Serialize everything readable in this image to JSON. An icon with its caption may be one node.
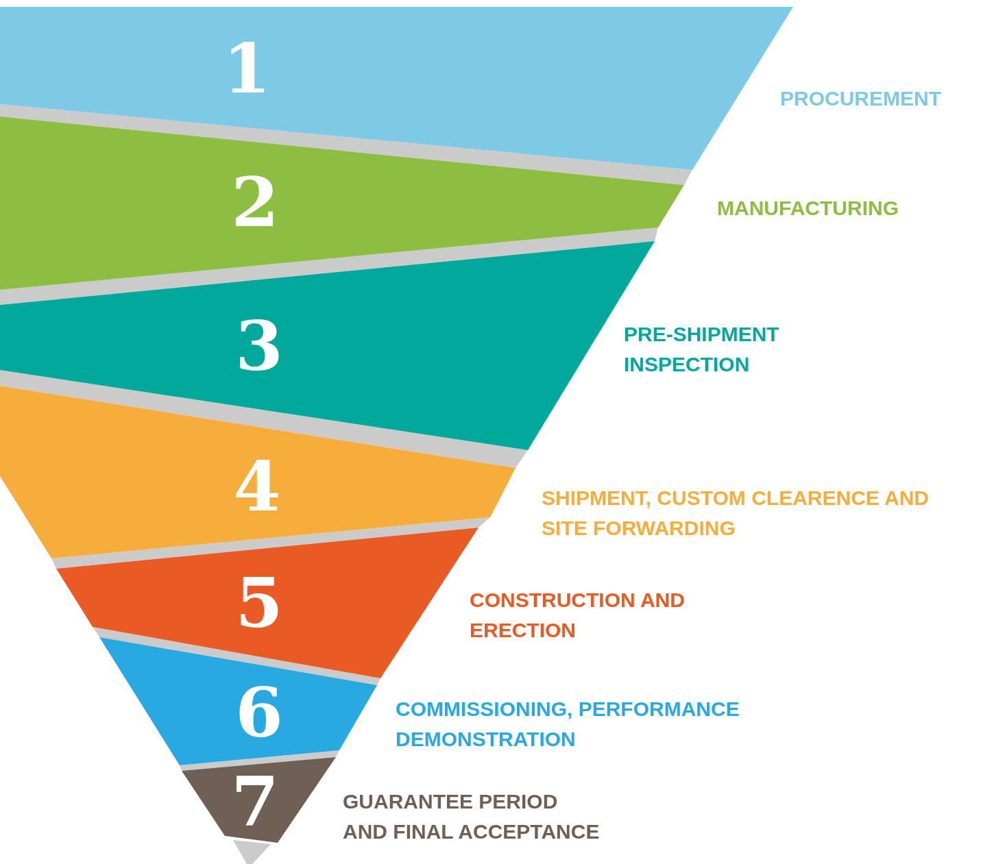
{
  "diagram": {
    "nodes": [
      {
        "text": [
          "1"
        ],
        "beside": [
          "PROCUREMENT"
        ]
      },
      {
        "text": [
          "2"
        ],
        "beside": [
          "MANUFACTURING"
        ]
      },
      {
        "text": [
          "3"
        ],
        "beside": [
          "PRE-SHIPMENT INSPECTION"
        ]
      },
      {
        "text": [
          "4"
        ],
        "beside": [
          "SHIPMENT, CUSTOM CLEARENCE AND SITE FORWARDING"
        ]
      },
      {
        "text": [
          "5"
        ],
        "beside": [
          "CONSTRUCTION AND ERECTION"
        ]
      },
      {
        "text": [
          "6"
        ],
        "beside": [
          "COMMISSIONING, PERFORMANCE DEMONSTRATION"
        ]
      },
      {
        "text": [
          "7"
        ],
        "beside": [
          "GUARANTEE PERIOD AND FINAL ACCEPTANCE"
        ]
      }
    ]
  }
}
